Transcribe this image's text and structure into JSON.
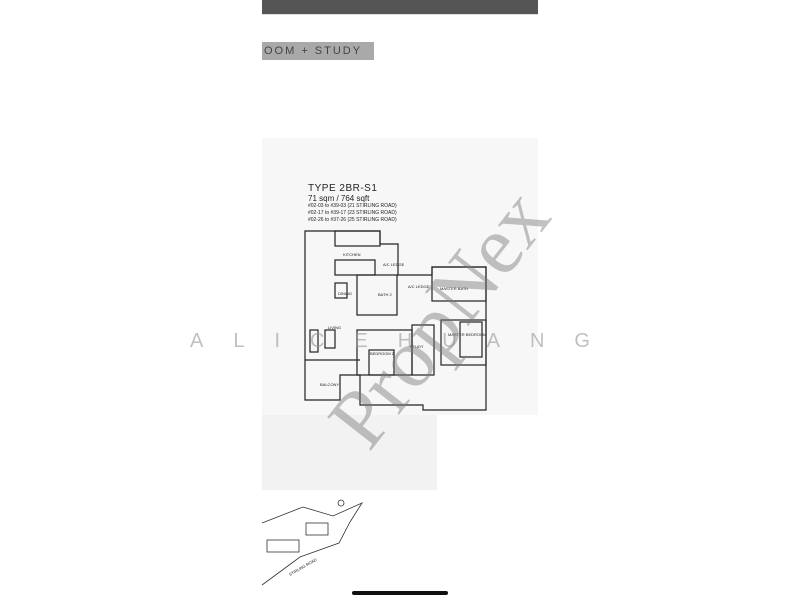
{
  "header": {
    "tag_label": "OOM + STUDY"
  },
  "plan": {
    "title": "TYPE 2BR-S1",
    "size": "71 sqm / 764 sqft",
    "units": [
      "#02-03 to #39-03 (21 STIRLING ROAD)",
      "#02-17 to #39-17 (23 STIRLING ROAD)",
      "#02-26 to #37-26 (25 STIRLING ROAD)"
    ],
    "rooms": {
      "kitchen": "KITCHEN",
      "ac_ledge_small": "A/C LEDGE",
      "dining": "DINING",
      "bath2": "BATH 2",
      "ac_ledge": "A/C LEDGE",
      "master_bath": "MASTER BATH",
      "living": "LIVING",
      "bedroom2": "BEDROOM 2",
      "study": "STUDY",
      "master_bedroom": "MASTER BEDROOM",
      "balcony": "BALCONY"
    }
  },
  "watermarks": {
    "brand": "PropNex",
    "agent": [
      "A",
      "L",
      "I",
      "C",
      "E",
      "H",
      "U",
      "A",
      "N",
      "G"
    ]
  },
  "site": {
    "road": "STIRLING ROAD"
  }
}
